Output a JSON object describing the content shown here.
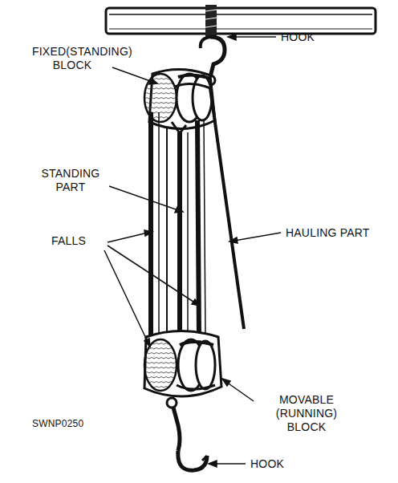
{
  "diagram": {
    "labels": [
      "HOOK",
      "FIXED(STANDING) BLOCK",
      "STANDING PART",
      "HAULING PART",
      "FALLS",
      "MOVABLE (RUNNING) BLOCK",
      "SWNP0250",
      "HOOK"
    ]
  }
}
